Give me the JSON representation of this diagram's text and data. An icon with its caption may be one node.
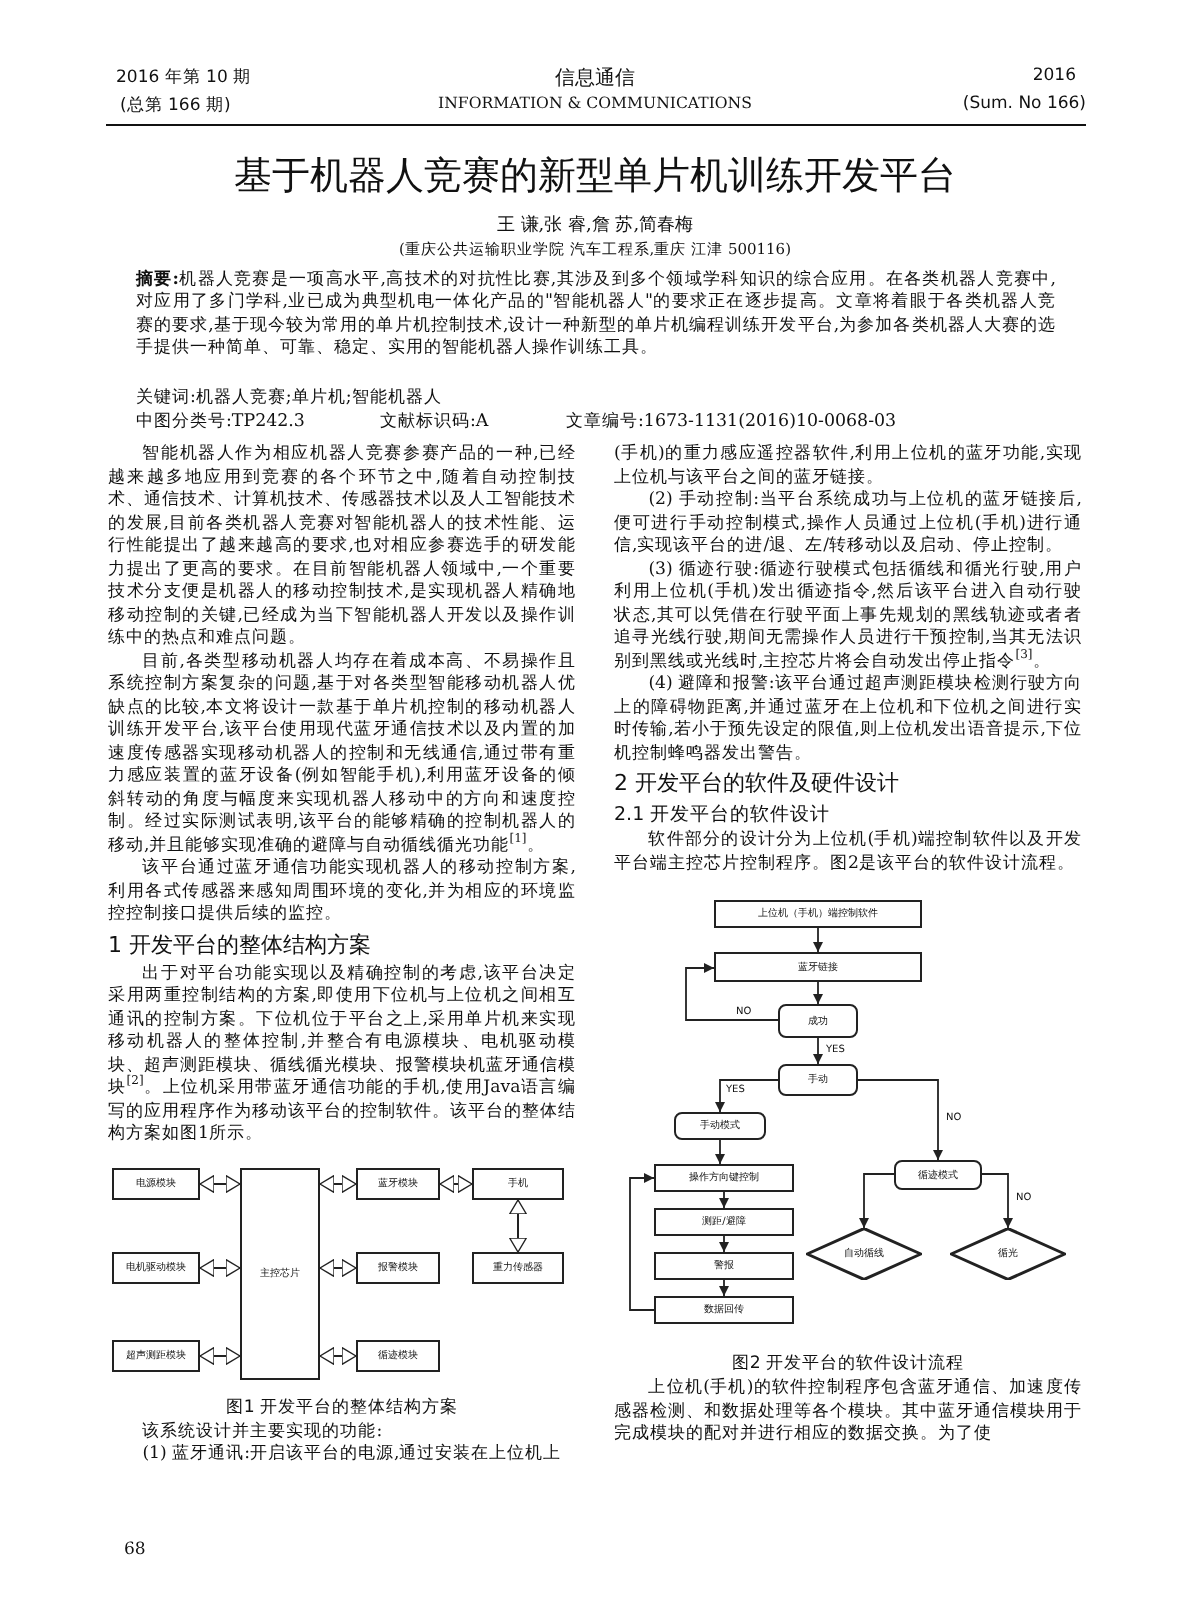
{
  "diagram": {
    "title": "基于机器人竞赛的新型单片机训练开发平台",
    "nodes": [
      {
        "text": [
          "电源模块"
        ]
      },
      {
        "text": [
          "主控芯片"
        ]
      },
      {
        "text": [
          "蓝牙模块"
        ]
      },
      {
        "text": [
          "手机"
        ]
      },
      {
        "text": [
          "电机驱动模块"
        ]
      },
      {
        "text": [
          "报警模块"
        ]
      },
      {
        "text": [
          "重力传感器"
        ]
      },
      {
        "text": [
          "超声测距模块"
        ]
      },
      {
        "text": [
          "循迹模块"
        ]
      },
      {
        "text": [
          "上位机（手机）端控制软件"
        ]
      },
      {
        "text": [
          "蓝牙链接"
        ]
      },
      {
        "text": [
          "成功"
        ]
      },
      {
        "text": [
          "手动"
        ]
      },
      {
        "text": [
          "手动模式"
        ]
      },
      {
        "text": [
          "操作方向键控制"
        ]
      },
      {
        "text": [
          "测距/避障"
        ]
      },
      {
        "text": [
          "警报"
        ]
      },
      {
        "text": [
          "数据回传"
        ]
      },
      {
        "text": [
          "循迹模式"
        ]
      },
      {
        "text": [
          "自动循线"
        ]
      },
      {
        "text": [
          "循光"
        ]
      }
    ],
    "edges": [
      {
        "from": 0,
        "to": 1,
        "arrow": "both"
      },
      {
        "from": 1,
        "to": 2,
        "arrow": "both"
      },
      {
        "from": 2,
        "to": 3,
        "arrow": "both"
      },
      {
        "from": 4,
        "to": 1,
        "arrow": "both"
      },
      {
        "from": 1,
        "to": 5,
        "arrow": "both"
      },
      {
        "from": 3,
        "to": 6,
        "arrow": "both"
      },
      {
        "from": 7,
        "to": 1,
        "arrow": "both"
      },
      {
        "from": 1,
        "to": 8,
        "arrow": "both"
      },
      {
        "from": 9,
        "to": 10,
        "arrow": "to"
      },
      {
        "from": 10,
        "to": 11,
        "arrow": "to"
      },
      {
        "from": 11,
        "to": 10,
        "arrow": "to",
        "label": "NO"
      },
      {
        "from": 11,
        "to": 12,
        "arrow": "to",
        "label": "YES"
      },
      {
        "from": 12,
        "to": 13,
        "arrow": "to",
        "label": "YES"
      },
      {
        "from": 12,
        "to": 18,
        "arrow": "to",
        "label": "NO"
      },
      {
        "from": 13,
        "to": 14,
        "arrow": "to"
      },
      {
        "from": 14,
        "to": 15,
        "arrow": "to"
      },
      {
        "from": 15,
        "to": 16,
        "arrow": "to"
      },
      {
        "from": 16,
        "to": 17,
        "arrow": "to"
      },
      {
        "from": 17,
        "to": 14,
        "arrow": "to"
      },
      {
        "from": 18,
        "to": 19,
        "arrow": "to"
      },
      {
        "from": 18,
        "to": 20,
        "arrow": "to",
        "label": "NO"
      }
    ],
    "labels": [
      "2016 年第 10 期",
      "(总第 166 期)",
      "信息通信",
      "INFORMATION & COMMUNICATIONS",
      "2016",
      "(Sum. No 166)",
      "王 谦,张 睿,詹 苏,简春梅",
      "(重庆公共运输职业学院 汽车工程系,重庆 江津 500116)",
      "**摘要:**机器人竞赛是一项高水平,高技术的对抗性比赛,其涉及到多个领域学科知识的综合应用。在各类机器人竞赛中,对应用了多门学科,业已成为典型机电一体化产品的\"智能机器人\"的要求正在逐步提高。文章将着眼于各类机器人竞赛的要求,基于现今较为常用的单片机控制技术,设计一种新型的单片机编程训练开发平台,为参加各类机器人大赛的选手提供一种简单、可靠、稳定、实用的智能机器人操作训练工具。",
      "关键词:机器人竞赛;单片机;智能机器人",
      "中图分类号:TP242.3",
      "文献标识码:A",
      "文章编号:1673-1131(2016)10-0068-03",
      "智能机器人作为相应机器人竞赛参赛产品的一种,已经越来越多地应用到竞赛的各个环节之中,随着自动控制技术、通信技术、计算机技术、传感器技术以及人工智能技术的发展,目前各类机器人竞赛对智能机器人的技术性能、运行性能提出了越来越高的要求,也对相应参赛选手的研发能力提出了更高的要求。在目前智能机器人领域中,一个重要技术分支便是机器人的移动控制技术,是实现机器人精确地移动控制的关键,已经成为当下智能机器人开发以及操作训练中的热点和难点问题。",
      "目前,各类型移动机器人均存在着成本高、不易操作且系统控制方案复杂的问题,基于对各类型智能移动机器人优缺点的比较,本文将设计一款基于单片机控制的移动机器人训练开发平台,该平台使用现代蓝牙通信技术以及内置的加速度传感器实现移动机器人的控制和无线通信,通过带有重力感应装置的蓝牙设备(例如智能手机),利用蓝牙设备的倾斜转动的角度与幅度来实现机器人移动中的方向和速度控制。经过实际测试表明,该平台的能够精确的控制机器人的移动,并且能够实现准确的避障与自动循线循光功能$^{[1]}$。",
      "该平台通过蓝牙通信功能实现机器人的移动控制方案,利用各式传感器来感知周围环境的变化,并为相应的环境监控控制接口提供后续的监控。",
      "1 开发平台的整体结构方案",
      "出于对平台功能实现以及精确控制的考虑,该平台决定采用两重控制结构的方案,即使用下位机与上位机之间相互通讯的控制方案。下位机位于平台之上,采用单片机来实现移动机器人的整体控制,并整合有电源模块、电机驱动模块、超声测距模块、循线循光模块、报警模块机蓝牙通信模块$^{[2]}$。上位机采用带蓝牙通信功能的手机,使用Java语言编写的应用程序作为移动该平台的控制软件。该平台的整体结构方案如图1所示。",
      "图1 开发平台的整体结构方案",
      "该系统设计并主要实现的功能:",
      "(1) 蓝牙通讯:开启该平台的电源,通过安装在上位机上",
      "(手机)的重力感应遥控器软件,利用上位机的蓝牙功能,实现上位机与该平台之间的蓝牙链接。",
      "(2) 手动控制:当平台系统成功与上位机的蓝牙链接后,便可进行手动控制模式,操作人员通过上位机(手机)进行通信,实现该平台的进/退、左/转移动以及启动、停止控制。",
      "(3) 循迹行驶:循迹行驶模式包括循线和循光行驶,用户利用上位机(手机)发出循迹指令,然后该平台进入自动行驶状态,其可以凭借在行驶平面上事先规划的黑线轨迹或者者追寻光线行驶,期间无需操作人员进行干预控制,当其无法识别到黑线或光线时,主控芯片将会自动发出停止指令$^{[3]}$。",
      "(4) 避障和报警:该平台通过超声测距模块检测行驶方向上的障碍物距离,并通过蓝牙在上位机和下位机之间进行实时传输,若小于预先设定的限值,则上位机发出语音提示,下位机控制蜂鸣器发出警告。",
      "2 开发平台的软件及硬件设计",
      "2.1 开发平台的软件设计",
      "软件部分的设计分为上位机(手机)端控制软件以及开发平台端主控芯片控制程序。图2是该平台的软件设计流程。",
      "图2 开发平台的软件设计流程",
      "上位机(手机)的软件控制程序包含蓝牙通信、加速度传感器检测、和数据处理等各个模块。其中蓝牙通信模块用于完成模块的配对并进行相应的数据交换。为了使",
      "68"
    ]
  }
}
